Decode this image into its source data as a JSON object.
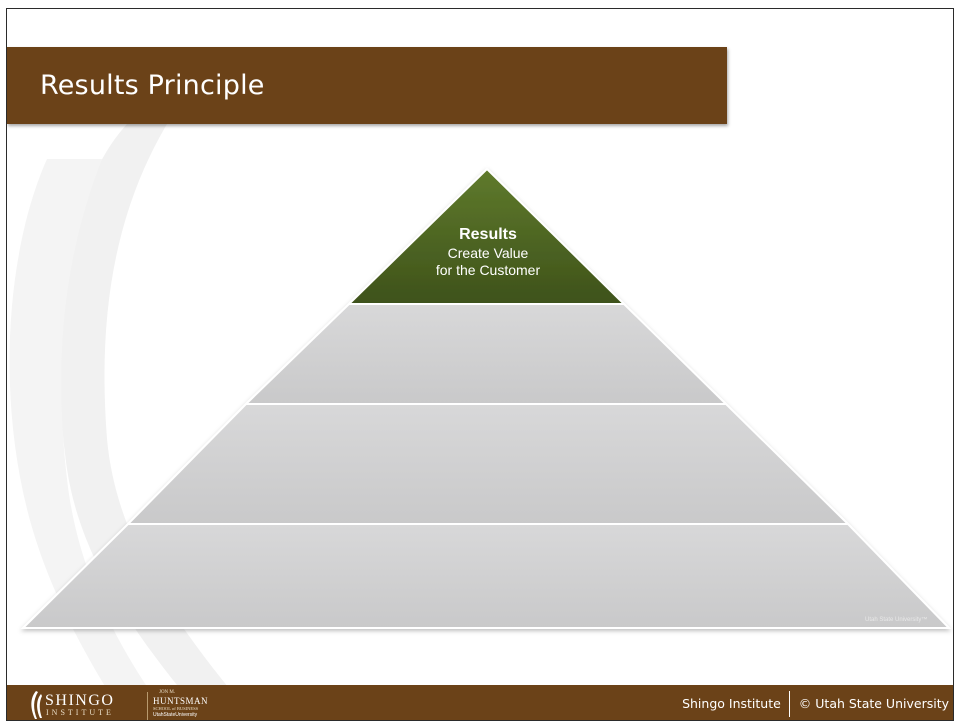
{
  "slide": {
    "title": "Results Principle"
  },
  "pyramid": {
    "apex": {
      "title": "Results",
      "line1": "Create Value",
      "line2": "for the Customer",
      "color": "#4e6422"
    },
    "tier_fill": "#d2d2d3",
    "tiers_visible_labels": []
  },
  "watermark": "Utah State University™",
  "footer": {
    "logo_shingo": "SHINGO",
    "logo_institute": "INSTITUTE",
    "logo_huntsman_top": "JON M.",
    "logo_huntsman": "HUNTSMAN",
    "logo_huntsman_sub": "SCHOOL of BUSINESS",
    "logo_usu": "UtahStateUniversity",
    "org": "Shingo Institute",
    "copyright": "© Utah State University"
  },
  "colors": {
    "brown": "#6b4218",
    "green": "#4e6422",
    "tier": "#d2d2d3"
  }
}
